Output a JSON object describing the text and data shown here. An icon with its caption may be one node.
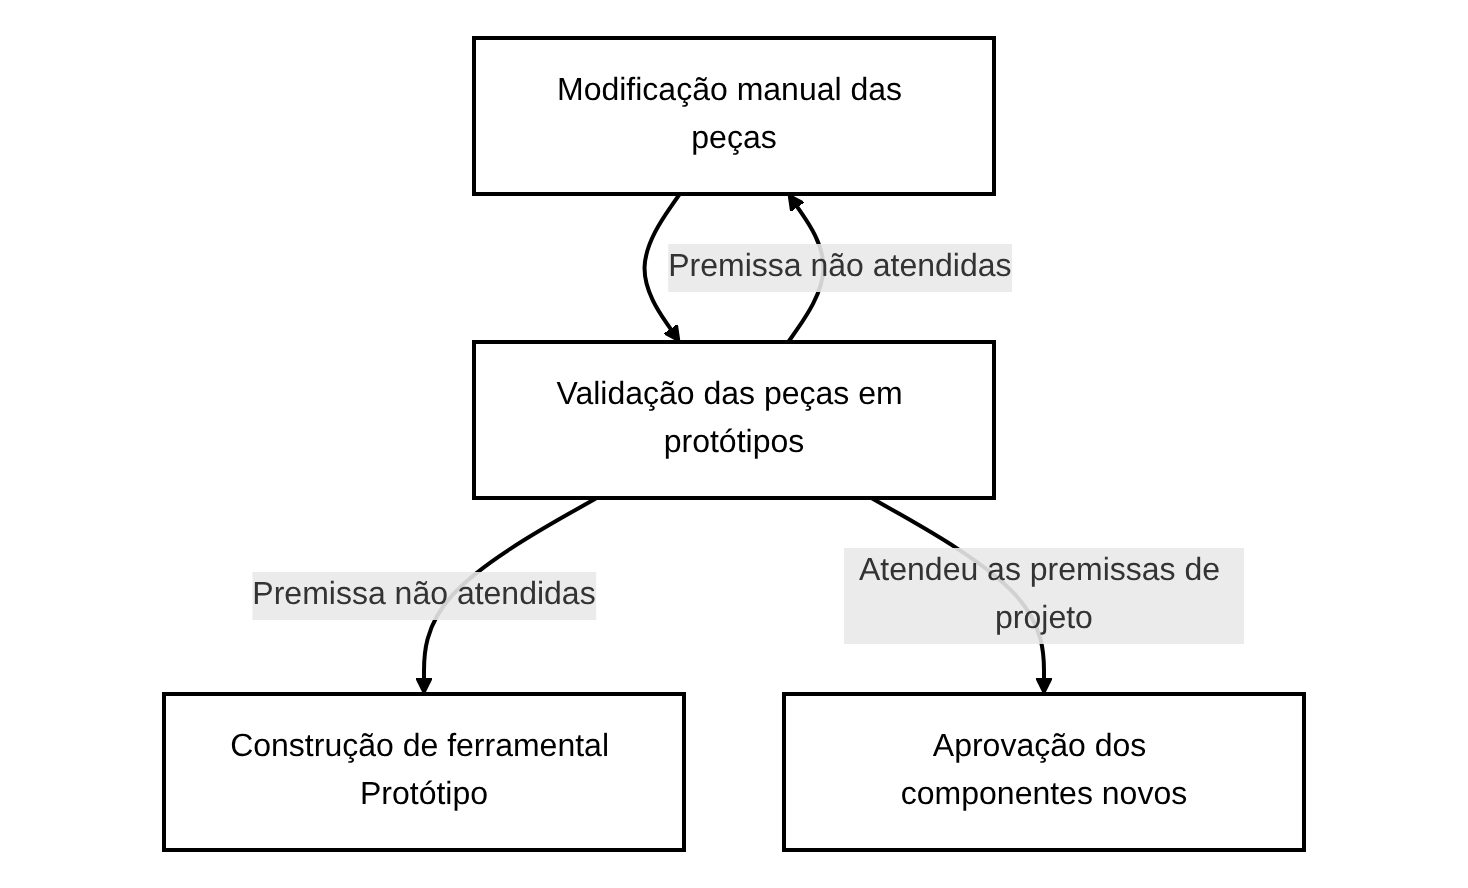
{
  "diagram": {
    "nodes": [
      {
        "text": [
          "Construção de ferramental Protótipo"
        ]
      },
      {
        "text": [
          "Modificação manual das peças"
        ]
      },
      {
        "text": [
          "Validação das peças em protótipos"
        ]
      },
      {
        "text": [
          "Aprovação dos componentes novos"
        ]
      }
    ],
    "edges": [
      {
        "from": 2,
        "to": 0,
        "arrow": "to",
        "label": "Premissa não atendidas"
      },
      {
        "from": 1,
        "to": 2,
        "arrow": "to"
      },
      {
        "from": 2,
        "to": 1,
        "arrow": "to",
        "label": "Premissa não atendidas"
      },
      {
        "from": 2,
        "to": 3,
        "arrow": "to",
        "label": "Atendeu as premissas de projeto"
      }
    ]
  }
}
